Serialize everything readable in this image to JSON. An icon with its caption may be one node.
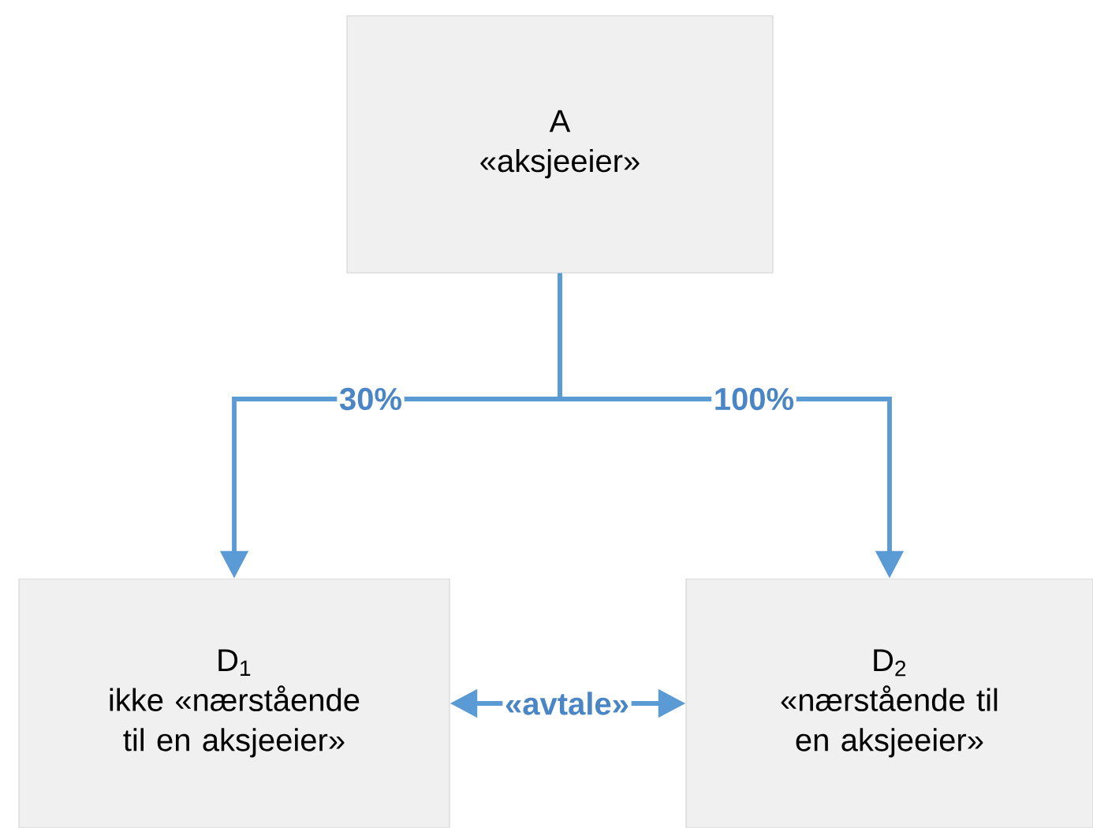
{
  "diagram": {
    "nodes": [
      {
        "text": [
          "A",
          "«aksjeeier»"
        ]
      },
      {
        "text": [
          "D$_{1}$",
          "ikke «nærstående til en aksjeeier»"
        ]
      },
      {
        "text": [
          "D$_{2}$",
          "«nærstående til en aksjeeier»"
        ]
      }
    ],
    "edges": [
      {
        "from": 0,
        "to": 1,
        "arrow": "to",
        "label": "30%"
      },
      {
        "from": 0,
        "to": 2,
        "arrow": "to",
        "label": "100%"
      },
      {
        "from": 1,
        "to": 2,
        "arrow": "both",
        "label": "«avtale»"
      }
    ]
  }
}
